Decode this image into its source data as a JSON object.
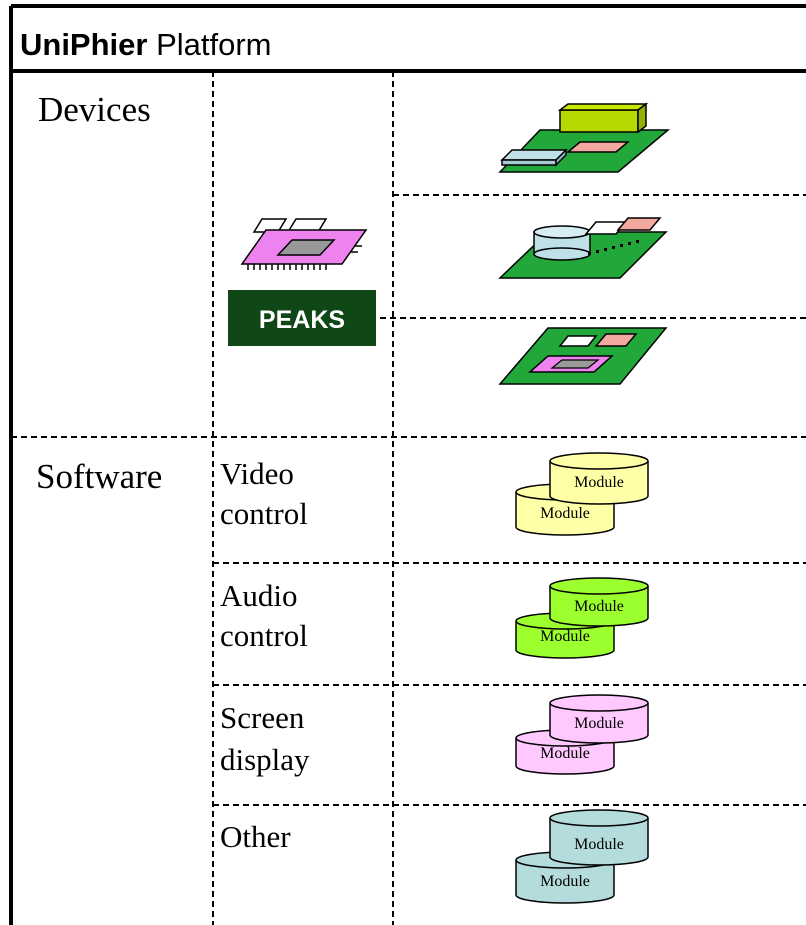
{
  "header": {
    "brand": "UniPhier",
    "suffix": " Platform"
  },
  "sections": {
    "devices": {
      "label": "Devices",
      "chip_badge": "PEAKS"
    },
    "software": {
      "label": "Software",
      "rows": [
        {
          "line1": "Video",
          "line2": "control",
          "module_top": "Module",
          "module_bottom": "Module",
          "color": "#FFFFA8"
        },
        {
          "line1": "Audio",
          "line2": "control",
          "module_top": "Module",
          "module_bottom": "Module",
          "color": "#9CFF2E"
        },
        {
          "line1": "Screen",
          "line2": "display",
          "module_top": "Module",
          "module_bottom": "Module",
          "color": "#FFC8FF"
        },
        {
          "line1": "Other",
          "line2": "",
          "module_top": "Module",
          "module_bottom": "Module",
          "color": "#B4DCDC"
        }
      ]
    }
  },
  "colors": {
    "board": "#22A83A",
    "peaks_badge": "#0F4717",
    "chip": "#EE82EE",
    "chip_die": "#999999",
    "pink_component": "#F4A9A0",
    "lime_component": "#B5D800",
    "cylinder": "#BEE0E6"
  },
  "icons": {
    "board_1": "circuit-board-icon",
    "board_2": "circuit-board-icon",
    "board_3": "circuit-board-icon",
    "chip": "microchip-icon"
  }
}
